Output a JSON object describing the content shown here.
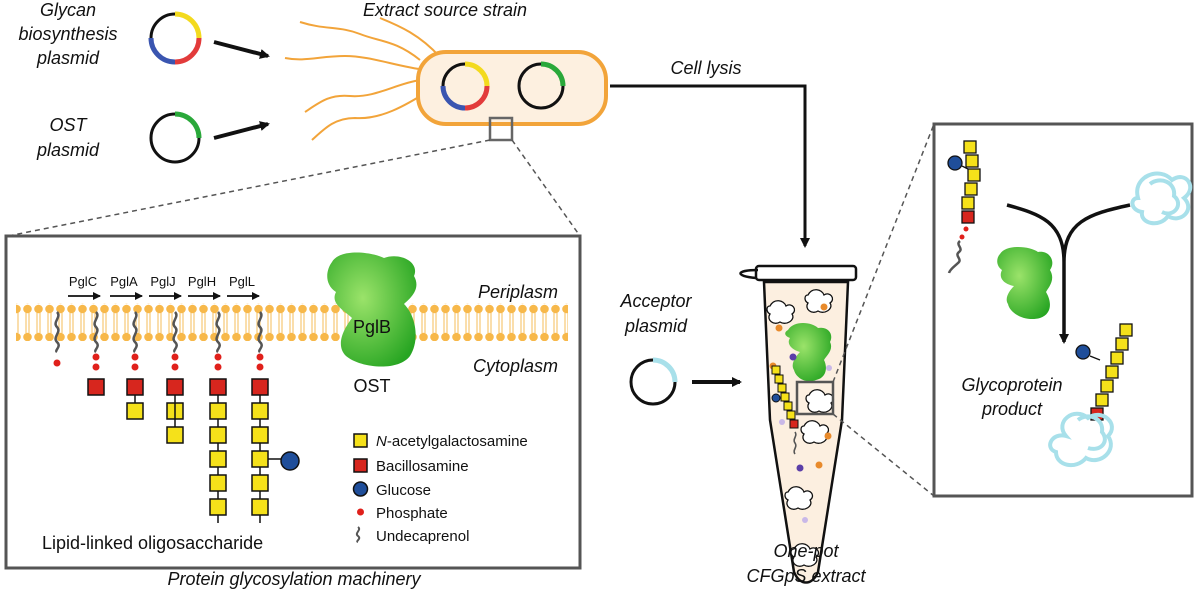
{
  "labels": {
    "glycan_plasmid": [
      "Glycan",
      "biosynthesis",
      "plasmid"
    ],
    "ost_plasmid": [
      "OST",
      "plasmid"
    ],
    "extract_source_strain": "Extract source strain",
    "cell_lysis": "Cell lysis",
    "acceptor_plasmid": [
      "Acceptor",
      "plasmid"
    ],
    "periplasm": "Periplasm",
    "cytoplasm": "Cytoplasm",
    "pglb": "PglB",
    "ost": "OST",
    "enzymes": [
      "PglC",
      "PglA",
      "PglJ",
      "PglH",
      "PglL"
    ],
    "llo": "Lipid-linked oligosaccharide",
    "machinery_caption": "Protein glycosylation machinery",
    "tube_caption": [
      "One-pot",
      "CFGpS extract"
    ],
    "glycoprotein_product": [
      "Glycoprotein",
      "product"
    ]
  },
  "legend": [
    {
      "shape": "yellow-square",
      "prefix": "N",
      "text": "-acetylgalactosamine"
    },
    {
      "shape": "red-square",
      "prefix": "",
      "text": "Bacillosamine"
    },
    {
      "shape": "blue-circle",
      "prefix": "",
      "text": "Glucose"
    },
    {
      "shape": "red-dot",
      "prefix": "",
      "text": "Phosphate"
    },
    {
      "shape": "squiggle",
      "prefix": "",
      "text": "Undecaprenol"
    }
  ],
  "colors": {
    "galnac": "#f5e11a",
    "bacillosamine": "#d7261e",
    "glucose": "#1f4e9a",
    "phosphate": "#e0201b",
    "ost_green": "#3cb82e",
    "cell_outline": "#f2a43a",
    "cell_fill": "#fdf0e0",
    "membrane": "#f7b84a",
    "protein_cyan": "#a8e0ea",
    "plasmid_yellow": "#f3da1e",
    "plasmid_red": "#e23b3b",
    "plasmid_blue": "#3a55b0",
    "plasmid_green": "#2aa83a"
  }
}
